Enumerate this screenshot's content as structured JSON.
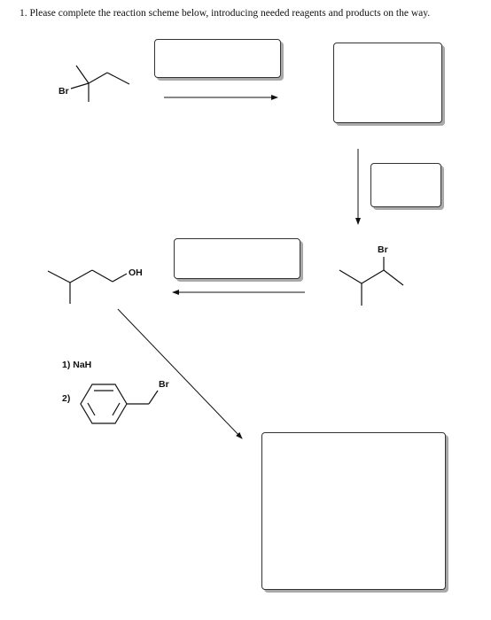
{
  "question": "1.  Please complete the reaction scheme below, introducing needed reagents and products on the way.",
  "atoms": {
    "bromide_start": "Br",
    "alcohol_oh": "OH",
    "bromide_mid": "Br",
    "benzyl_br": "Br"
  },
  "reagents": {
    "step1": "1) NaH",
    "step2": "2)"
  },
  "answer_boxes": [
    {
      "id": "reagent-1",
      "content": ""
    },
    {
      "id": "product-1",
      "content": ""
    },
    {
      "id": "reagent-2",
      "content": ""
    },
    {
      "id": "reagent-3",
      "content": ""
    },
    {
      "id": "product-final",
      "content": ""
    }
  ]
}
